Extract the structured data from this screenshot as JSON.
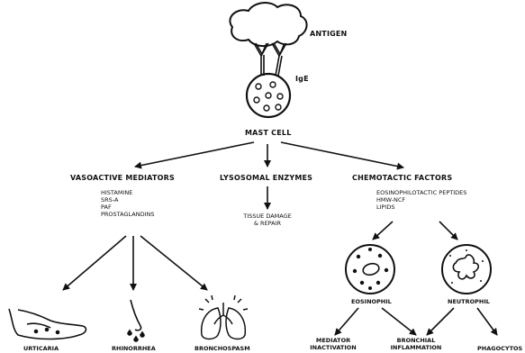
{
  "labels": {
    "antigen": "ANTIGEN",
    "ige": "IgE",
    "mast_cell": "MAST CELL",
    "vasoactive": "VASOACTIVE MEDIATORS",
    "lysosomal": "LYSOSOMAL ENZYMES",
    "chemotactic": "CHEMOTACTIC FACTORS",
    "tissue_damage_1": "TISSUE DAMAGE",
    "tissue_damage_2": "& REPAIR",
    "eosinophil": "EOSINOPHIL",
    "neutrophil": "NEUTROPHIL",
    "urticaria": "URTICARIA",
    "rhinorrhea": "RHINORRHEA",
    "bronchospasm": "BRONCHOSPASM",
    "mediator_1": "MEDIATOR",
    "mediator_2": "INACTIVATION",
    "bronchial_1": "BRONCHIAL",
    "bronchial_2": "INFLAMMATION",
    "phagocytosis": "PHAGOCYTOS"
  },
  "vasoactive_items": [
    "HISTAMINE",
    "SRS-A",
    "PAF",
    "PROSTAGLANDINS"
  ],
  "chemotactic_items": [
    "EOSINOPHILOTACTIC PEPTIDES",
    "HMW-NCF",
    "LIPIDS"
  ],
  "colors": {
    "ink": "#111111",
    "background": "#ffffff"
  }
}
